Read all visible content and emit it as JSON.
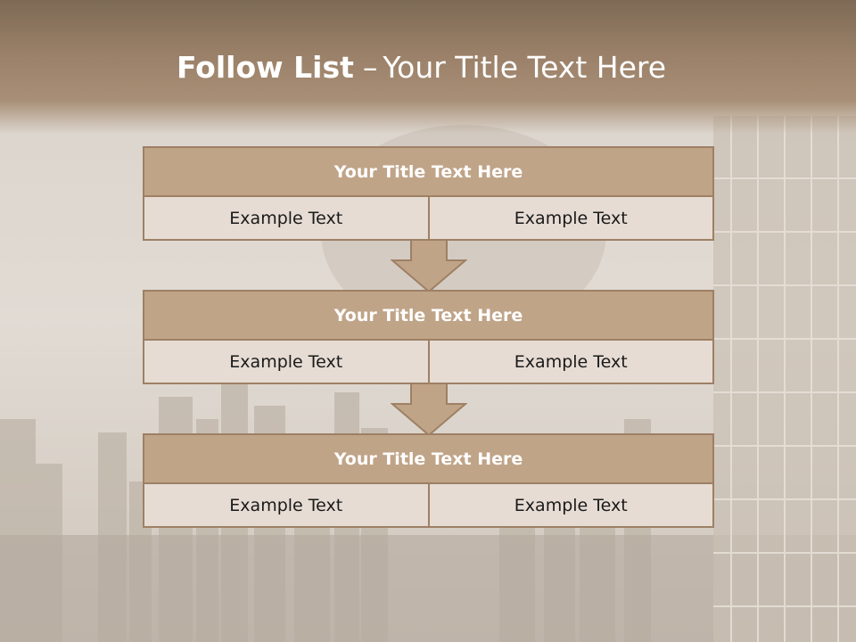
{
  "slide": {
    "title_bold": "Follow List",
    "title_separator": "–",
    "title_rest": "Your Title Text Here"
  },
  "blocks": [
    {
      "title": "Your Title Text Here",
      "left": "Example Text",
      "right": "Example Text"
    },
    {
      "title": "Your Title Text Here",
      "left": "Example Text",
      "right": "Example Text"
    },
    {
      "title": "Your Title Text Here",
      "left": "Example Text",
      "right": "Example Text"
    }
  ],
  "colors": {
    "header": "#9a8068",
    "block_title_fill": "#c0a488",
    "block_border": "#9e8065",
    "cell_fill": "#e6dcd3"
  }
}
